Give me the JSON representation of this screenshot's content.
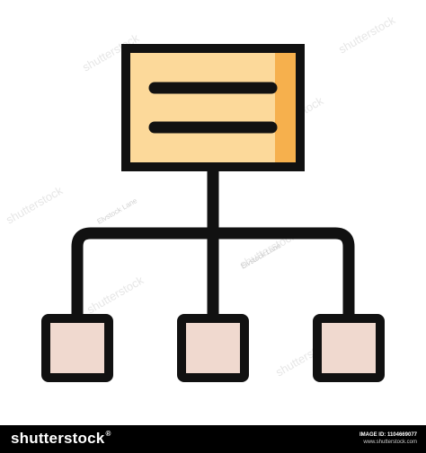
{
  "icon": {
    "name": "hierarchy-network-icon",
    "colors": {
      "outline": "#111111",
      "document_fill": "#fcd99a",
      "document_side": "#f6b04d",
      "child_fill": "#f0d9cf",
      "background": "#ffffff"
    }
  },
  "watermark": {
    "text": "shutterstock",
    "credit": "Elvstock Lane"
  },
  "footer": {
    "brand": "shutterstock",
    "trademark": "®",
    "image_id": "IMAGE ID: 1104669077",
    "url": "www.shutterstock.com",
    "background": "#000000",
    "text_color": "#ffffff"
  }
}
